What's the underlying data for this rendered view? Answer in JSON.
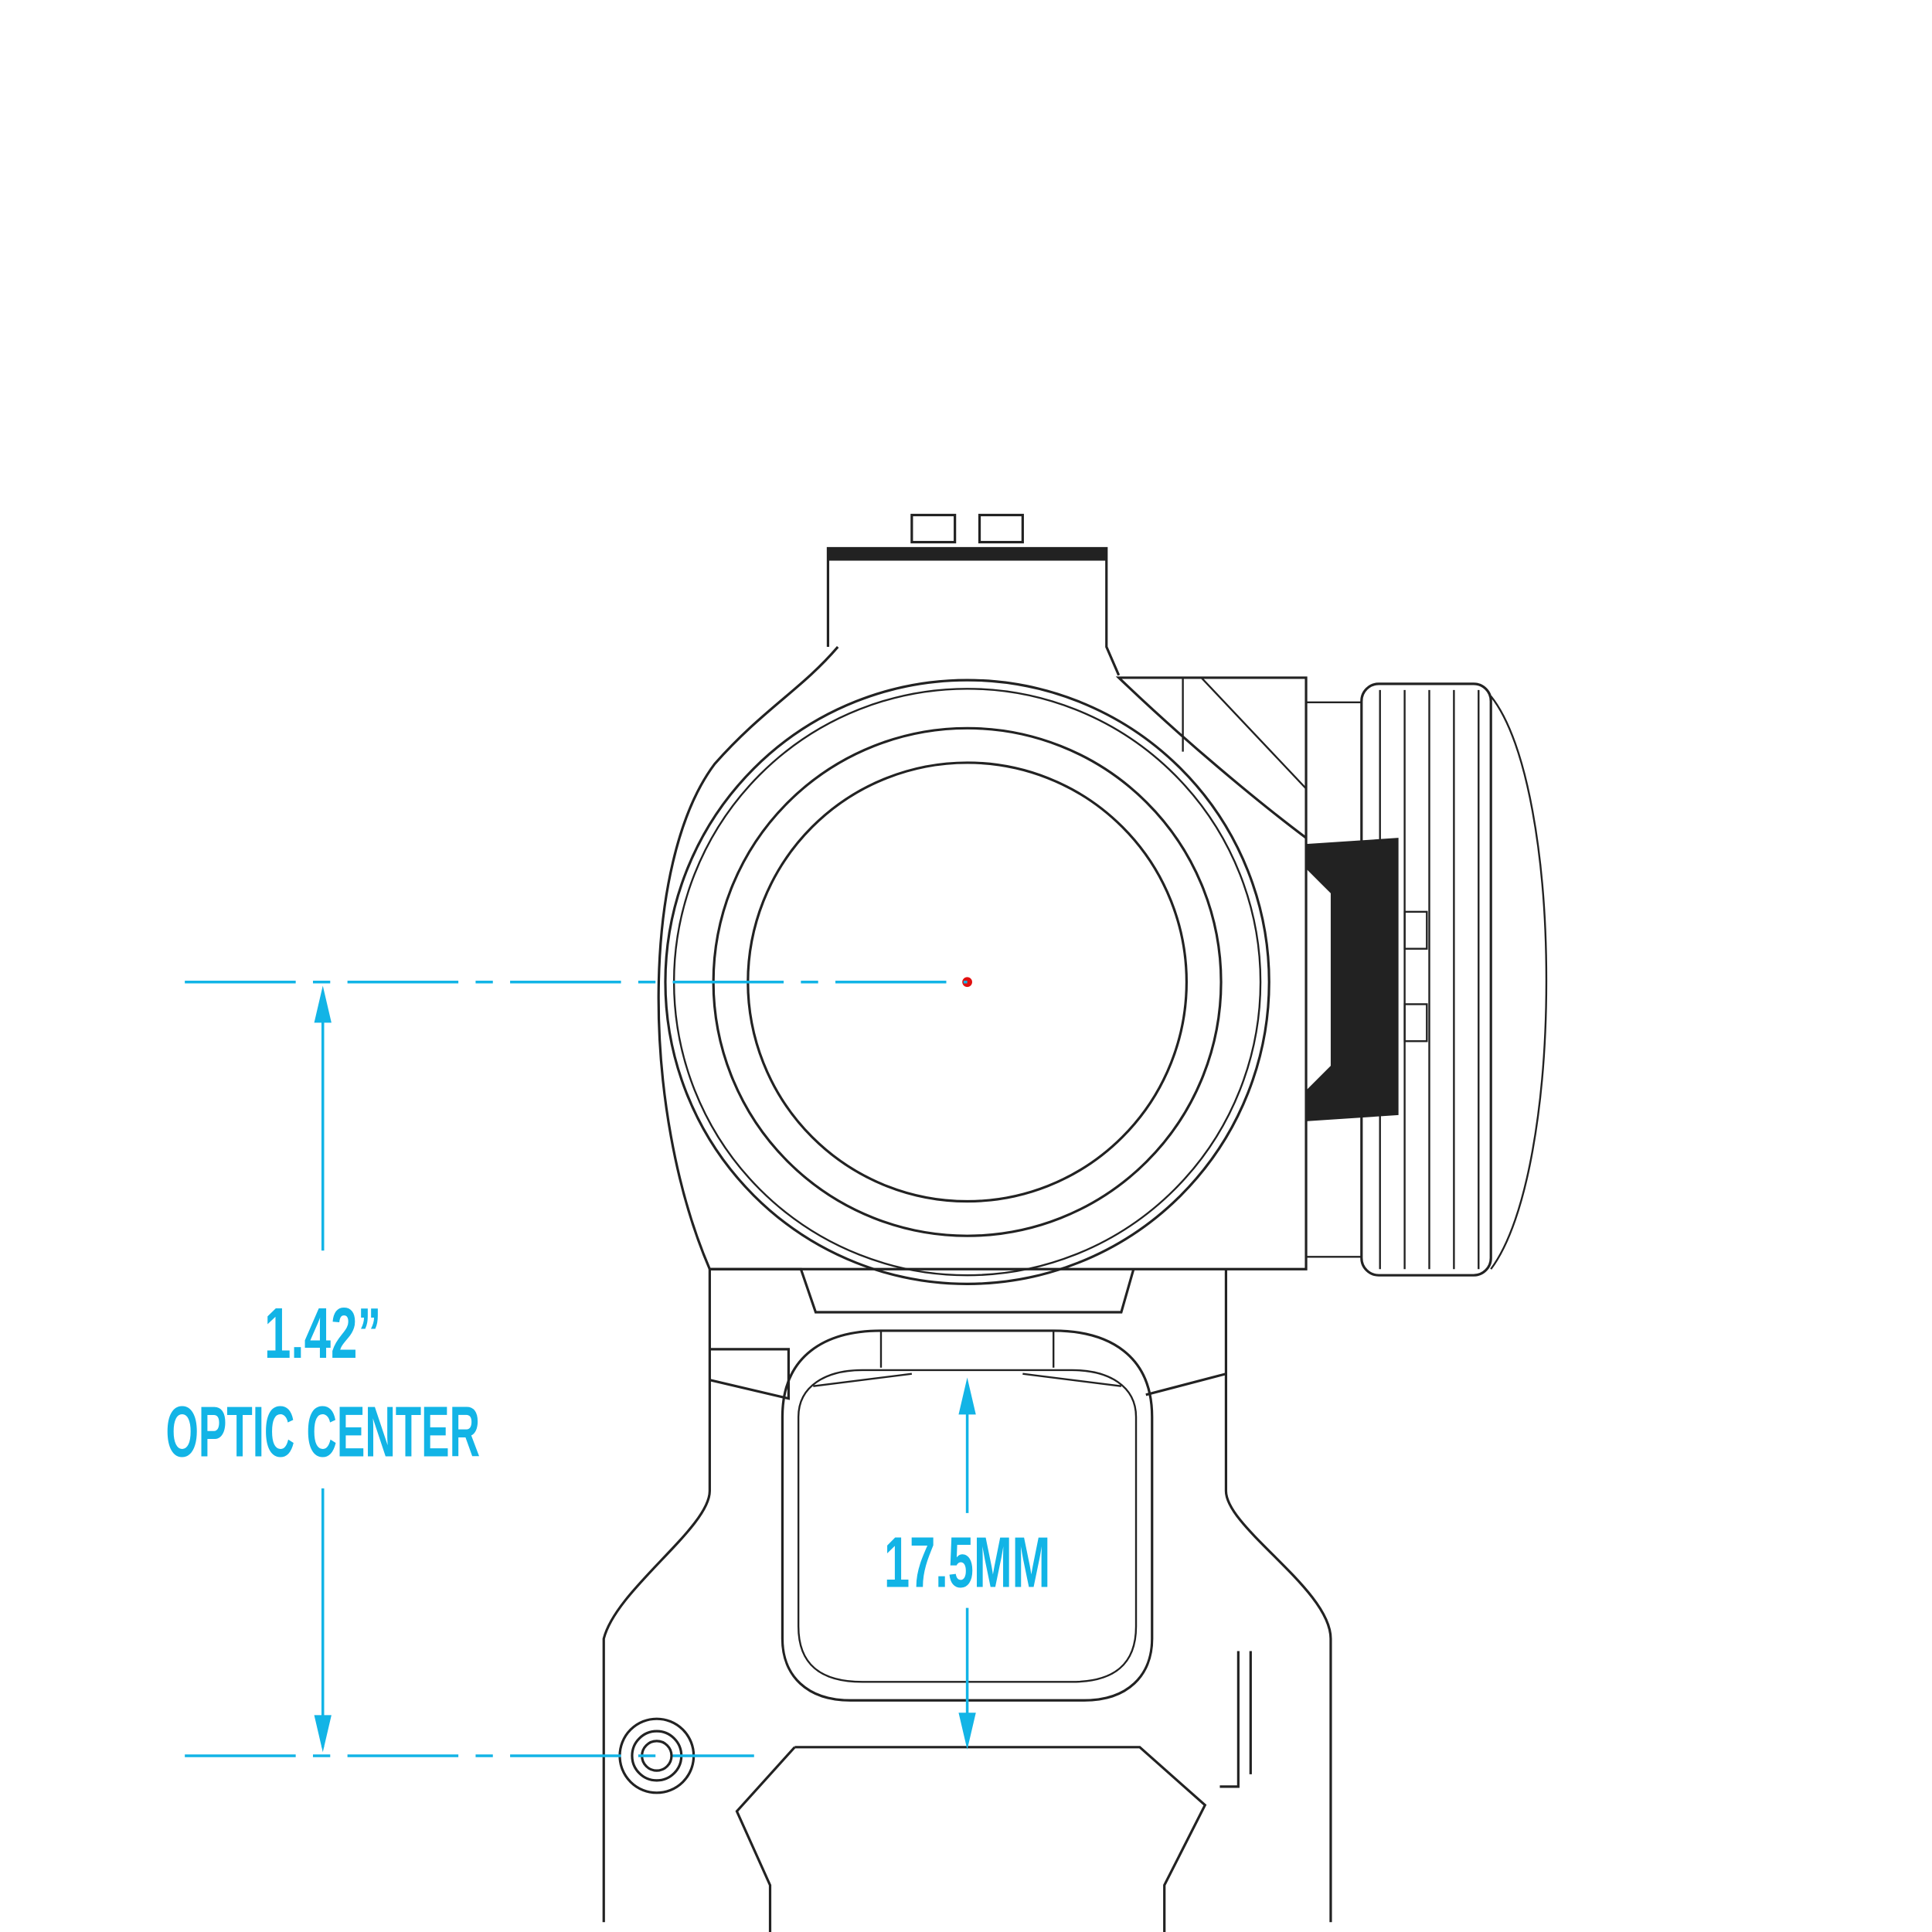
{
  "diagram": {
    "dimensions": {
      "optic_height": {
        "value": "1.42”",
        "label": "OPTIC CENTER"
      },
      "window_height": {
        "value": "17.5MM"
      }
    },
    "colors": {
      "dimension": "#12b4e6",
      "outline": "#222222",
      "reticle_dot": "#e01010"
    }
  }
}
